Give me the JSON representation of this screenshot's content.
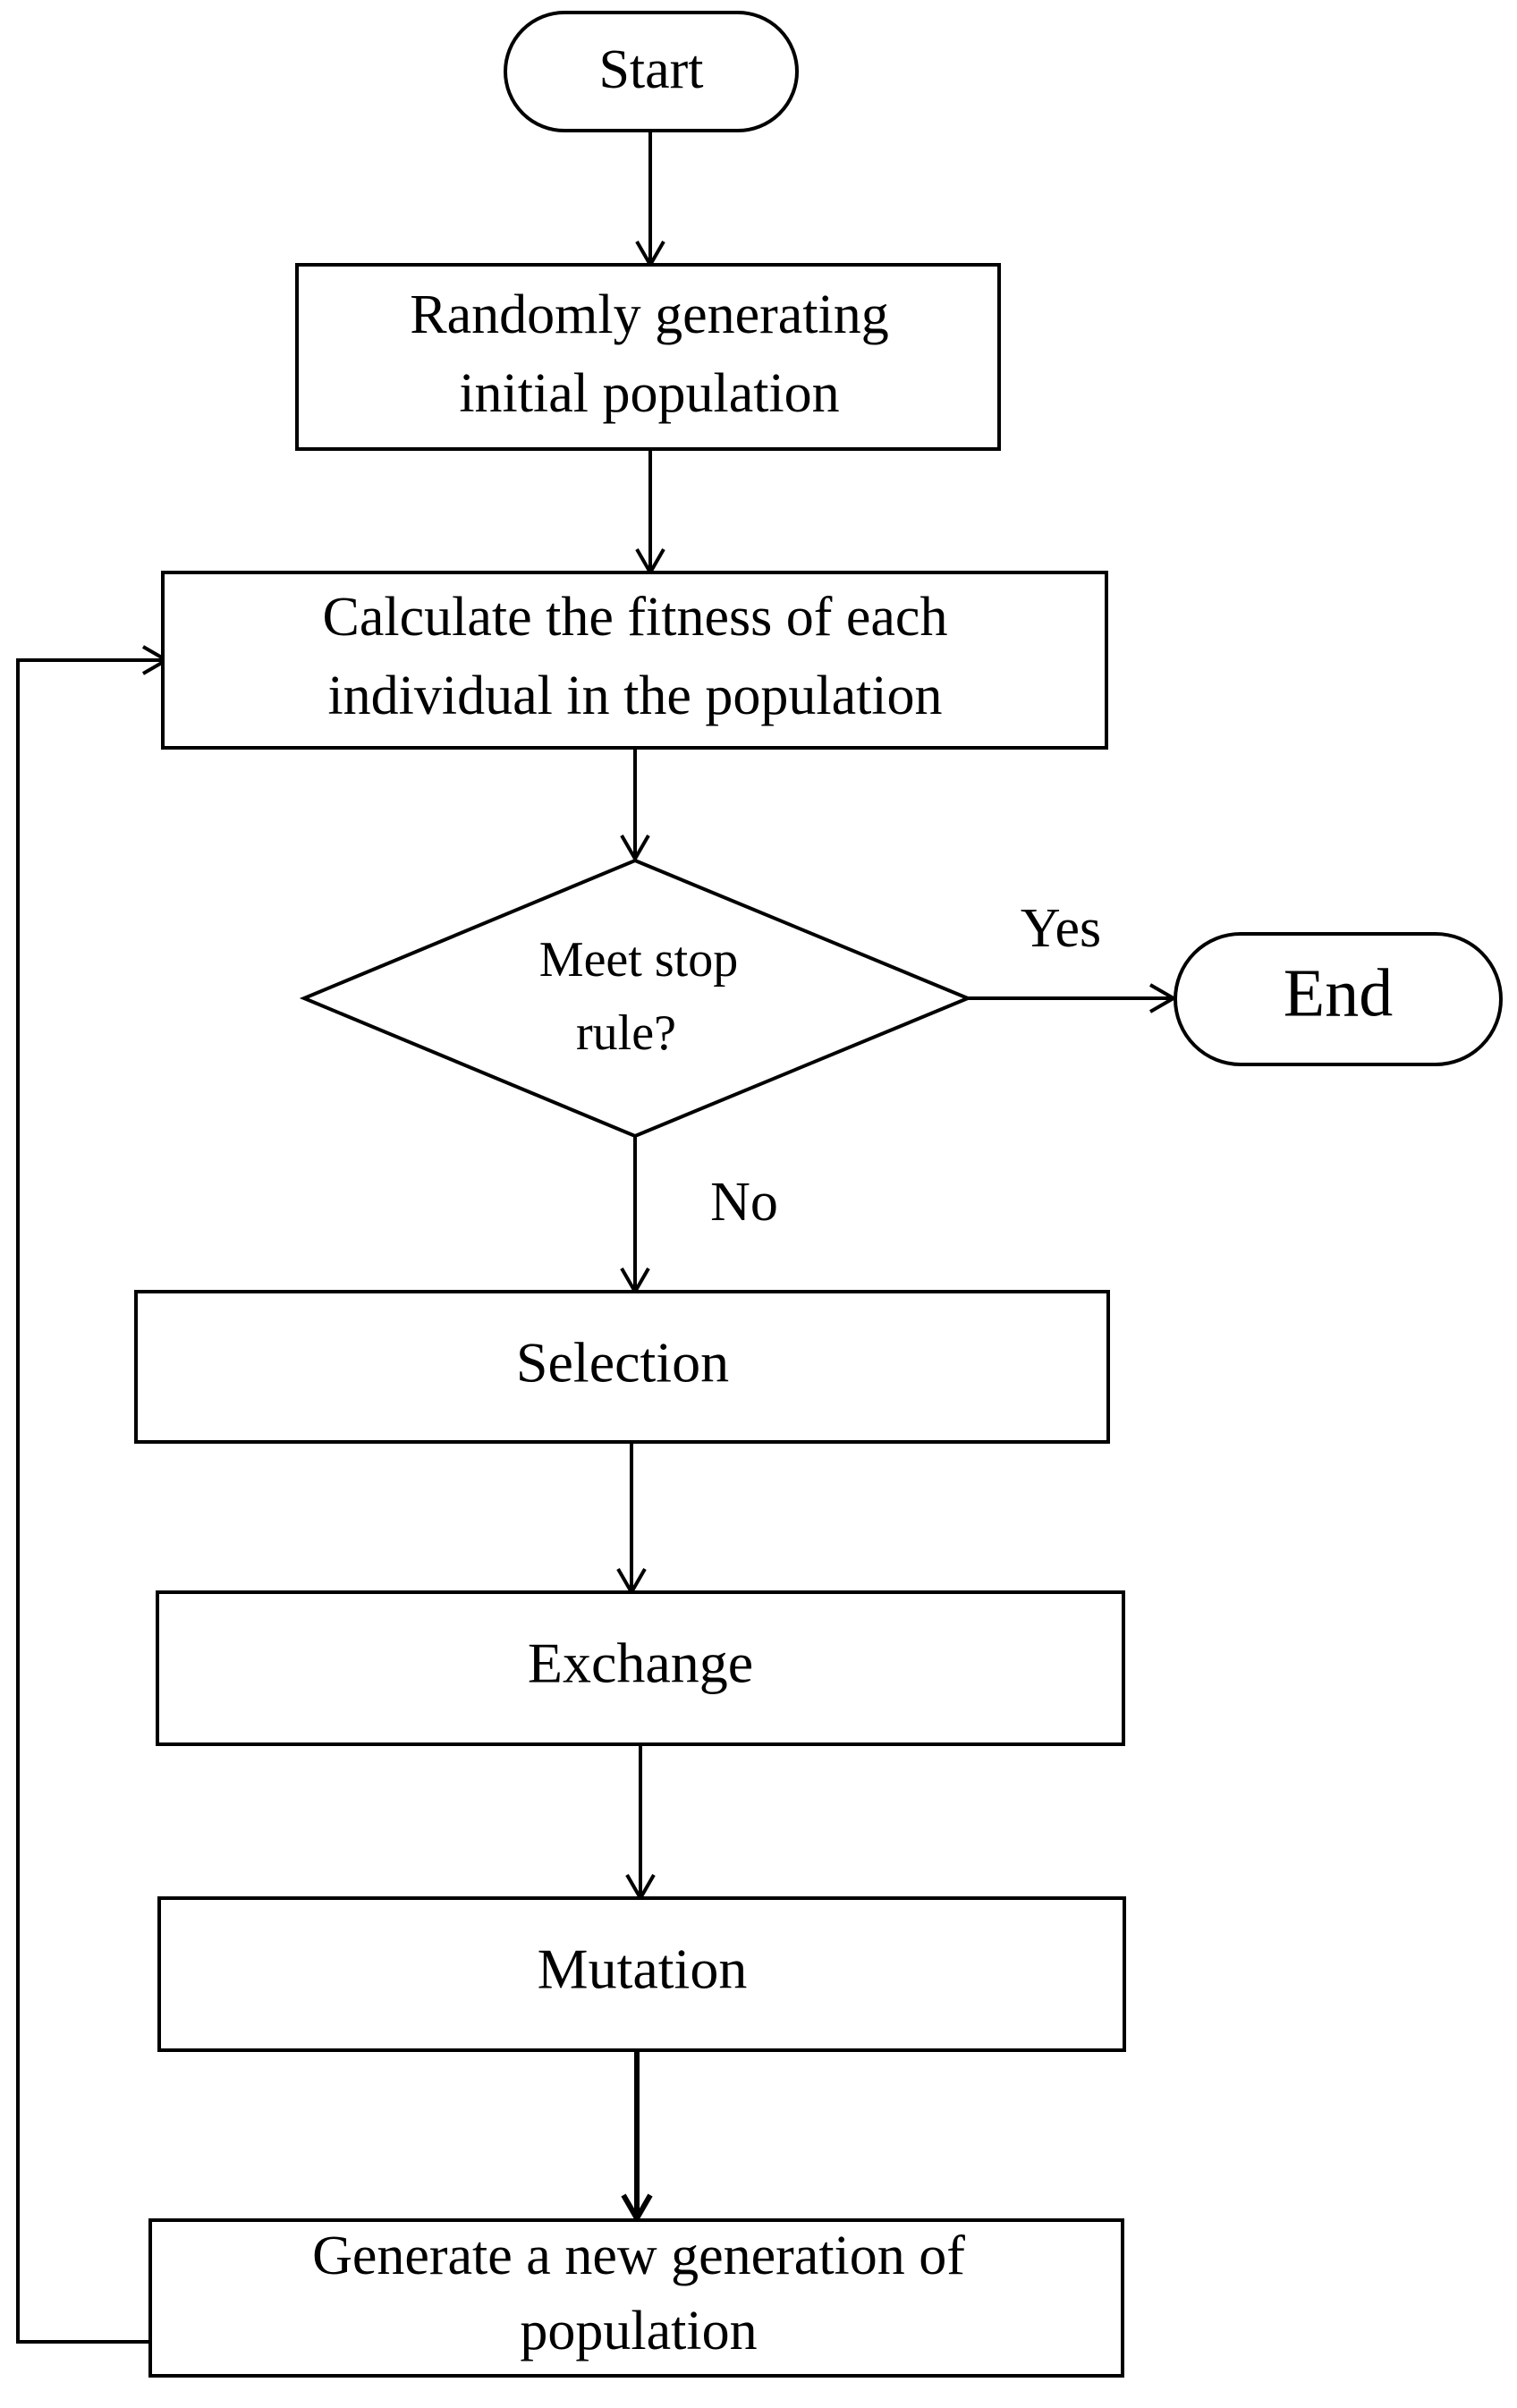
{
  "flowchart": {
    "start": "Start",
    "init": {
      "line1": "Randomly generating",
      "line2": "initial population"
    },
    "fitness": {
      "line1": "Calculate the fitness of each",
      "line2": "individual in the population"
    },
    "decision": {
      "line1": "Meet stop",
      "line2": "rule?"
    },
    "yes_label": "Yes",
    "no_label": "No",
    "end": "End",
    "selection": "Selection",
    "exchange": "Exchange",
    "mutation": "Mutation",
    "new_generation": {
      "line1": "Generate a new generation of",
      "line2": "population"
    }
  },
  "colors": {
    "stroke": "#000000",
    "fill": "#ffffff",
    "text": "#000000"
  }
}
